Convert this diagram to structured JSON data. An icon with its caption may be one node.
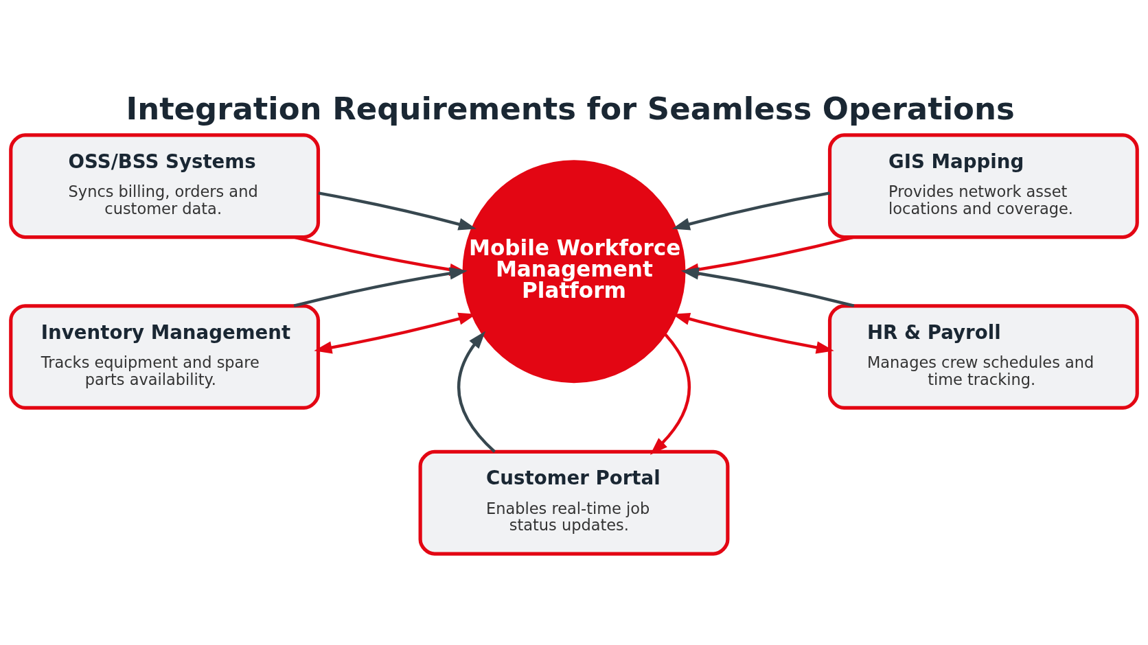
{
  "diagram": {
    "title": "Integration Requirements for Seamless Operations",
    "nodes": [
      {
        "text": [
          "Mobile Workforce Management Platform"
        ]
      },
      {
        "text": [
          "OSS/BSS Systems",
          "Syncs billing, orders and customer data."
        ]
      },
      {
        "text": [
          "GIS Mapping",
          "Provides network asset locations and coverage."
        ]
      },
      {
        "text": [
          "Inventory Management",
          "Tracks equipment and spare parts availability."
        ]
      },
      {
        "text": [
          "HR & Payroll",
          "Manages crew schedules and time tracking."
        ]
      },
      {
        "text": [
          "Customer Portal",
          "Enables real-time job status updates."
        ]
      }
    ],
    "edges": [
      {
        "from": 1,
        "to": 0,
        "arrow": "to"
      },
      {
        "from": 1,
        "to": 0,
        "arrow": "to",
        "color": "#37474f"
      },
      {
        "from": 2,
        "to": 0,
        "arrow": "to"
      },
      {
        "from": 2,
        "to": 0,
        "arrow": "to",
        "color": "#37474f"
      },
      {
        "from": 3,
        "to": 0,
        "arrow": "both"
      },
      {
        "from": 3,
        "to": 0,
        "arrow": "to",
        "color": "#37474f"
      },
      {
        "from": 4,
        "to": 0,
        "arrow": "both"
      },
      {
        "from": 4,
        "to": 0,
        "arrow": "to",
        "color": "#37474f"
      },
      {
        "from": 0,
        "to": 5,
        "arrow": "to"
      },
      {
        "from": 5,
        "to": 0,
        "arrow": "to",
        "color": "#37474f"
      }
    ]
  }
}
